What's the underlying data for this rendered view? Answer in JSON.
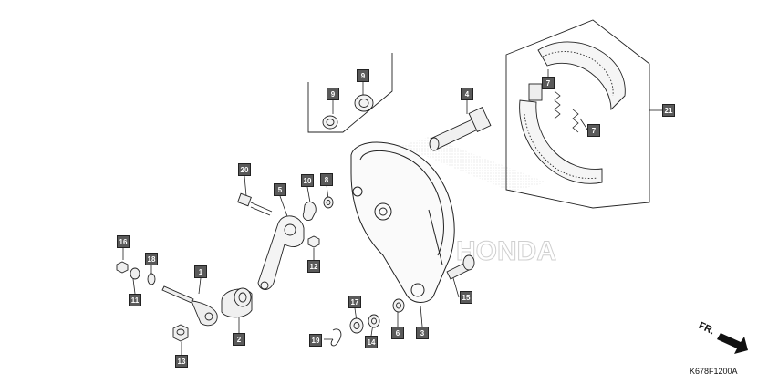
{
  "diagram": {
    "code": "K678F1200A",
    "direction_label": "FR.",
    "watermark": "HONDA",
    "callouts": {
      "c1": "1",
      "c2": "2",
      "c3": "3",
      "c4": "4",
      "c5": "5",
      "c6": "6",
      "c7a": "7",
      "c7b": "7",
      "c8": "8",
      "c9a": "9",
      "c9b": "9",
      "c10": "10",
      "c11": "11",
      "c12": "12",
      "c13": "13",
      "c14": "14",
      "c15": "15",
      "c16": "16",
      "c17": "17",
      "c18": "18",
      "c19": "19",
      "c20": "20",
      "c21": "21"
    }
  }
}
